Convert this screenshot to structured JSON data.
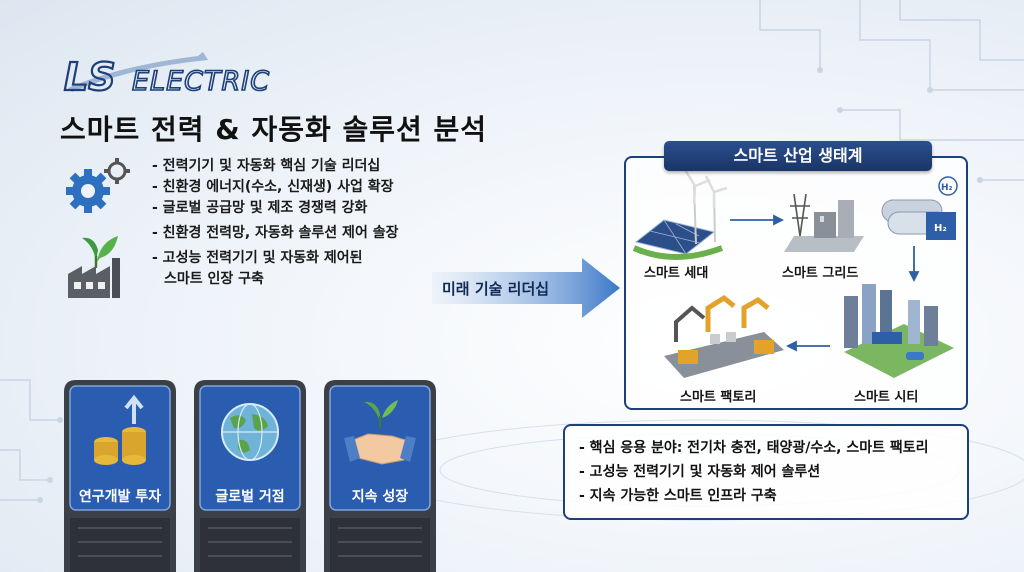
{
  "logo": {
    "brand": "LS",
    "product": "ELECTRIC"
  },
  "title": "스마트 전력 & 자동화 솔루션 분석",
  "bullets": [
    "- 전력기기 및 자동화 핵심 기술 리더십",
    "- 친환경 에너지(수소, 신재생) 사업 확장",
    "- 글로벌 공급망 및 제조 경쟁력 강화",
    "- 친환경 전력망, 자동화 솔루션 제어 솔장",
    "- 고성능 전력기기 및 자동화 제어된",
    "스마트 인장 구축"
  ],
  "arrow_label": "미래 기술 리더십",
  "ecosystem": {
    "title": "스마트 산업 생태계",
    "nodes": [
      "스마트 세대",
      "스마트 그리드",
      "스마트 시티",
      "스마트 팩토리"
    ],
    "h2_label": "H₂",
    "h2_tank_label": "H₂"
  },
  "info": [
    "- 핵심 응용 분야: 전기차 충전, 태양광/수소, 스마트 팩토리",
    "- 고성능 전력기기 및 자동화 제어 솔루션",
    "- 지속 가능한 스마트 인프라 구축"
  ],
  "pillars": [
    {
      "label": "연구개발 투자",
      "icon": "coins-arrow-icon"
    },
    {
      "label": "글로벌 거점",
      "icon": "globe-icon"
    },
    {
      "label": "지속 성장",
      "icon": "handshake-plant-icon"
    }
  ],
  "colors": {
    "navy": "#1d3f7a",
    "accent_blue": "#3b78c9",
    "green": "#4caf50"
  }
}
